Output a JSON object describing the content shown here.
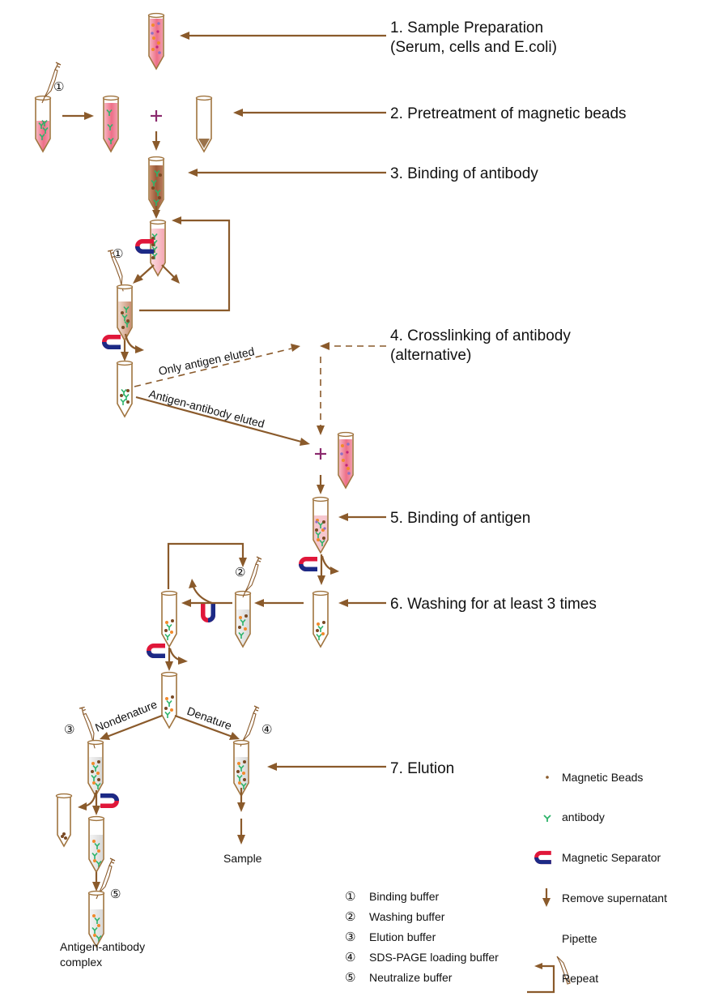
{
  "colors": {
    "arrow": "#8a5a2b",
    "tube_outline": "#a0743f",
    "magnet_red": "#e0173a",
    "magnet_blue": "#1c2a86",
    "plus": "#8b2a6e",
    "antibody": "#2db36a",
    "bead": "#7a4a24",
    "liquid_pink": "#f08aa0",
    "liquid_brown": "#9a5a3a"
  },
  "steps": [
    {
      "number": "1.",
      "label": "Sample Preparation",
      "sublabel": "(Serum, cells and E.coli)"
    },
    {
      "number": "2.",
      "label": "Pretreatment of magnetic beads"
    },
    {
      "number": "3.",
      "label": "Binding of antibody"
    },
    {
      "number": "4.",
      "label": "Crosslinking of antibody",
      "sublabel": "(alternative)"
    },
    {
      "number": "5.",
      "label": "Binding of antigen"
    },
    {
      "number": "6.",
      "label": "Washing for at least 3 times"
    },
    {
      "number": "7.",
      "label": "Elution"
    }
  ],
  "path_labels": {
    "only_antigen": "Only antigen eluted",
    "antigen_antibody": "Antigen-antibody eluted",
    "nondenature": "Nondenature",
    "denature": "Denature",
    "sample": "Sample",
    "complex_line1": "Antigen-antibody",
    "complex_line2": "complex"
  },
  "buffer_markers": {
    "b1a": "①",
    "b1b": "①",
    "b2": "②",
    "b3": "③",
    "b4": "④",
    "b5": "⑤"
  },
  "buffer_legend": [
    {
      "symbol": "①",
      "label": "Binding buffer"
    },
    {
      "symbol": "②",
      "label": "Washing buffer"
    },
    {
      "symbol": "③",
      "label": "Elution buffer"
    },
    {
      "symbol": "④",
      "label": "SDS-PAGE loading buffer"
    },
    {
      "symbol": "⑤",
      "label": "Neutralize buffer"
    }
  ],
  "icon_legend": [
    {
      "icon": "magnetic-bead-icon",
      "label": "Magnetic Beads"
    },
    {
      "icon": "antibody-icon",
      "label": "antibody"
    },
    {
      "icon": "magnetic-separator-icon",
      "label": "Magnetic Separator"
    },
    {
      "icon": "remove-supernatant-arrow-icon",
      "label": "Remove supernatant"
    },
    {
      "icon": "pipette-icon",
      "label": "Pipette"
    },
    {
      "icon": "repeat-arrow-icon",
      "label": "Repeat"
    }
  ]
}
